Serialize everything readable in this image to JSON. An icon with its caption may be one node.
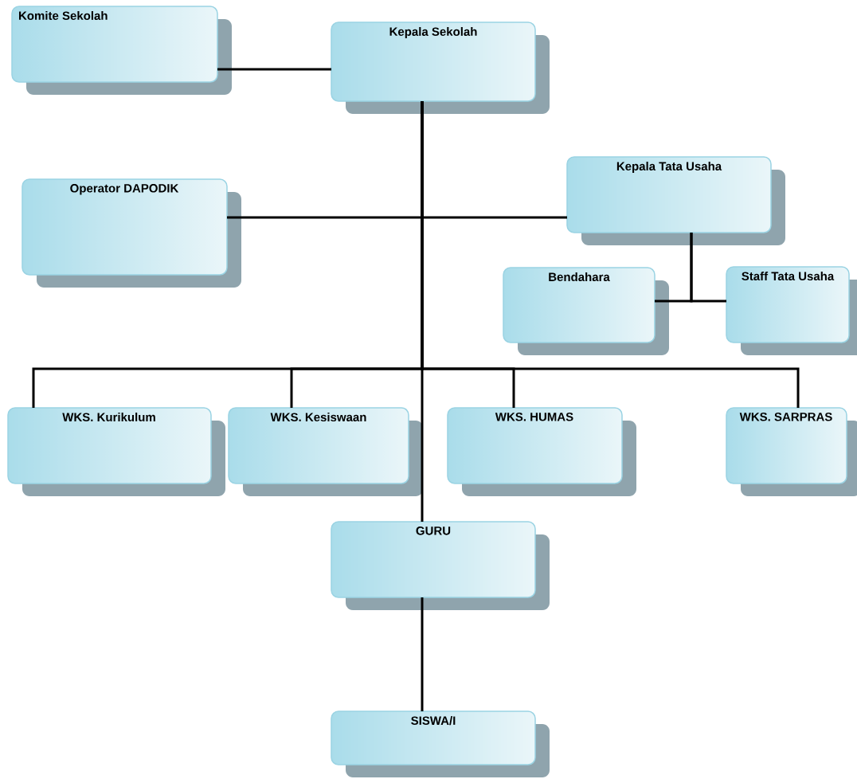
{
  "diagram": {
    "nodes": [
      {
        "text": [
          "Komite Sekolah"
        ]
      },
      {
        "text": [
          "Kepala Sekolah"
        ]
      },
      {
        "text": [
          "Operator DAPODIK"
        ]
      },
      {
        "text": [
          "Kepala Tata Usaha"
        ]
      },
      {
        "text": [
          "Bendahara"
        ]
      },
      {
        "text": [
          "Staff Tata Usaha"
        ]
      },
      {
        "text": [
          "WKS. Kurikulum"
        ]
      },
      {
        "text": [
          "WKS. Kesiswaan"
        ]
      },
      {
        "text": [
          "WKS. HUMAS"
        ]
      },
      {
        "text": [
          "WKS. SARPRAS"
        ]
      },
      {
        "text": [
          "GURU"
        ]
      },
      {
        "text": [
          "SISWA/I"
        ]
      }
    ],
    "edges": [
      {
        "from": 0,
        "to": 1,
        "arrow": "none"
      },
      {
        "from": 1,
        "to": 2,
        "arrow": "none"
      },
      {
        "from": 1,
        "to": 3,
        "arrow": "none"
      },
      {
        "from": 3,
        "to": 4,
        "arrow": "none"
      },
      {
        "from": 3,
        "to": 5,
        "arrow": "none"
      },
      {
        "from": 1,
        "to": 6,
        "arrow": "none"
      },
      {
        "from": 1,
        "to": 7,
        "arrow": "none"
      },
      {
        "from": 1,
        "to": 8,
        "arrow": "none"
      },
      {
        "from": 1,
        "to": 9,
        "arrow": "none"
      },
      {
        "from": 1,
        "to": 10,
        "arrow": "none"
      },
      {
        "from": 10,
        "to": 11,
        "arrow": "none"
      }
    ]
  }
}
